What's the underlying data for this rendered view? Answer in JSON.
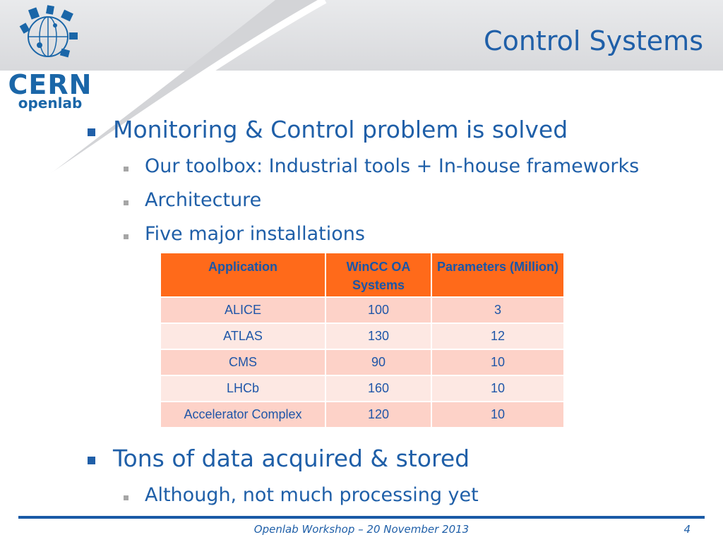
{
  "slide": {
    "title": "Control Systems",
    "logo": {
      "primary": "CERN",
      "secondary": "openlab"
    },
    "bullets": {
      "b1": "Monitoring & Control problem is solved",
      "b1_sub1": "Our toolbox: Industrial tools + In-house frameworks",
      "b1_sub2": "Architecture",
      "b1_sub3": "Five major installations",
      "b2": "Tons of data acquired & stored",
      "b2_sub1": "Although, not much processing yet"
    },
    "table": {
      "headers": [
        "Application",
        "WinCC OA Systems",
        "Parameters (Million)"
      ],
      "rows": [
        [
          "ALICE",
          "100",
          "3"
        ],
        [
          "ATLAS",
          "130",
          "12"
        ],
        [
          "CMS",
          "90",
          "10"
        ],
        [
          "LHCb",
          "160",
          "10"
        ],
        [
          "Accelerator Complex",
          "120",
          "10"
        ]
      ]
    },
    "footer": {
      "text": "Openlab Workshop – 20 November 2013",
      "page": "4"
    }
  },
  "colors": {
    "text_blue": "#1f5fa8",
    "header_orange": "#ff6a1a",
    "row_odd": "#fdd2c8",
    "row_even": "#fde8e3",
    "footer_line": "#1a5aa6"
  }
}
